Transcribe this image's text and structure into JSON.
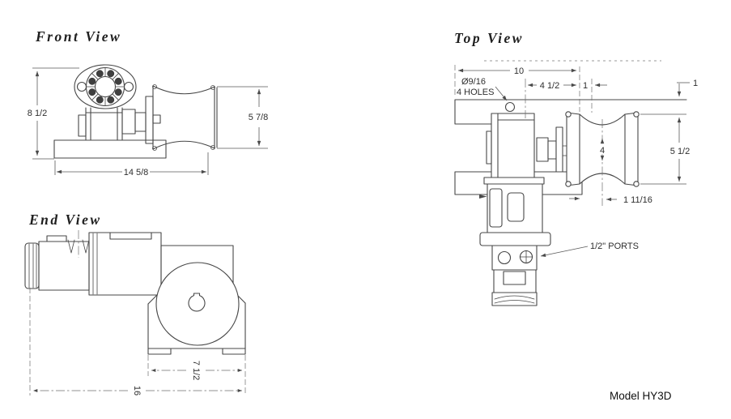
{
  "drawing": {
    "model_label": "Model HY3D",
    "front_view": {
      "title": "Front View",
      "dim_height": "8 1/2",
      "dim_base_width": "14 5/8",
      "dim_roller_height": "5 7/8"
    },
    "end_view": {
      "title": "End View",
      "dim_foot_width": "7 1/2",
      "dim_overall_width": "16"
    },
    "top_view": {
      "title": "Top View",
      "dim_overall": "10",
      "hole_note_line1": "Ø9/16",
      "hole_note_line2": "4 HOLES",
      "dim_motor_offset": "4 1/2",
      "dim_flange": "1",
      "dim_deck_offset": "1",
      "dim_groove": "4",
      "dim_roller_width": "5 1/2",
      "dim_center_offset": "1 11/16",
      "ports_label": "1/2\" PORTS"
    }
  }
}
